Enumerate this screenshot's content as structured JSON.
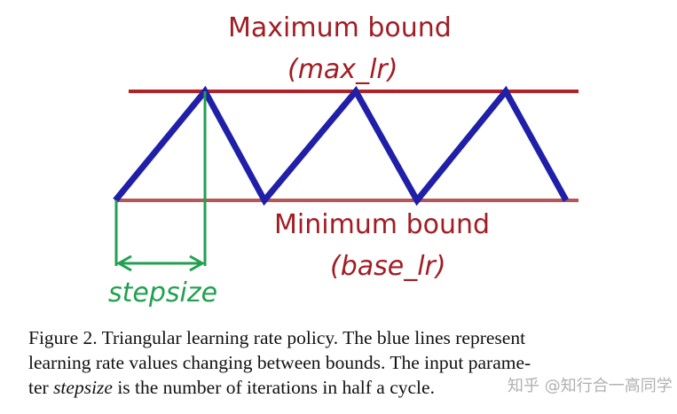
{
  "figure": {
    "max_bound_label": "Maximum bound",
    "max_bound_param": "(max_lr)",
    "min_bound_label": "Minimum bound",
    "min_bound_param": "(base_lr)",
    "stepsize_label": "stepsize",
    "colors": {
      "bound_labels": "#a11d24",
      "max_line": "#b22228",
      "min_line": "#b85556",
      "triangle": "#1f1fa8",
      "stepsize": "#22a050"
    }
  },
  "caption": {
    "line1": "Figure 2. Triangular learning rate policy. The blue lines represent",
    "line2": "learning rate values changing between bounds. The input parame-",
    "line3_prefix": "ter ",
    "line3_var": "stepsize",
    "line3_suffix": " is the number of iterations in half a cycle."
  },
  "watermark": "知乎 @知行合一高同学"
}
